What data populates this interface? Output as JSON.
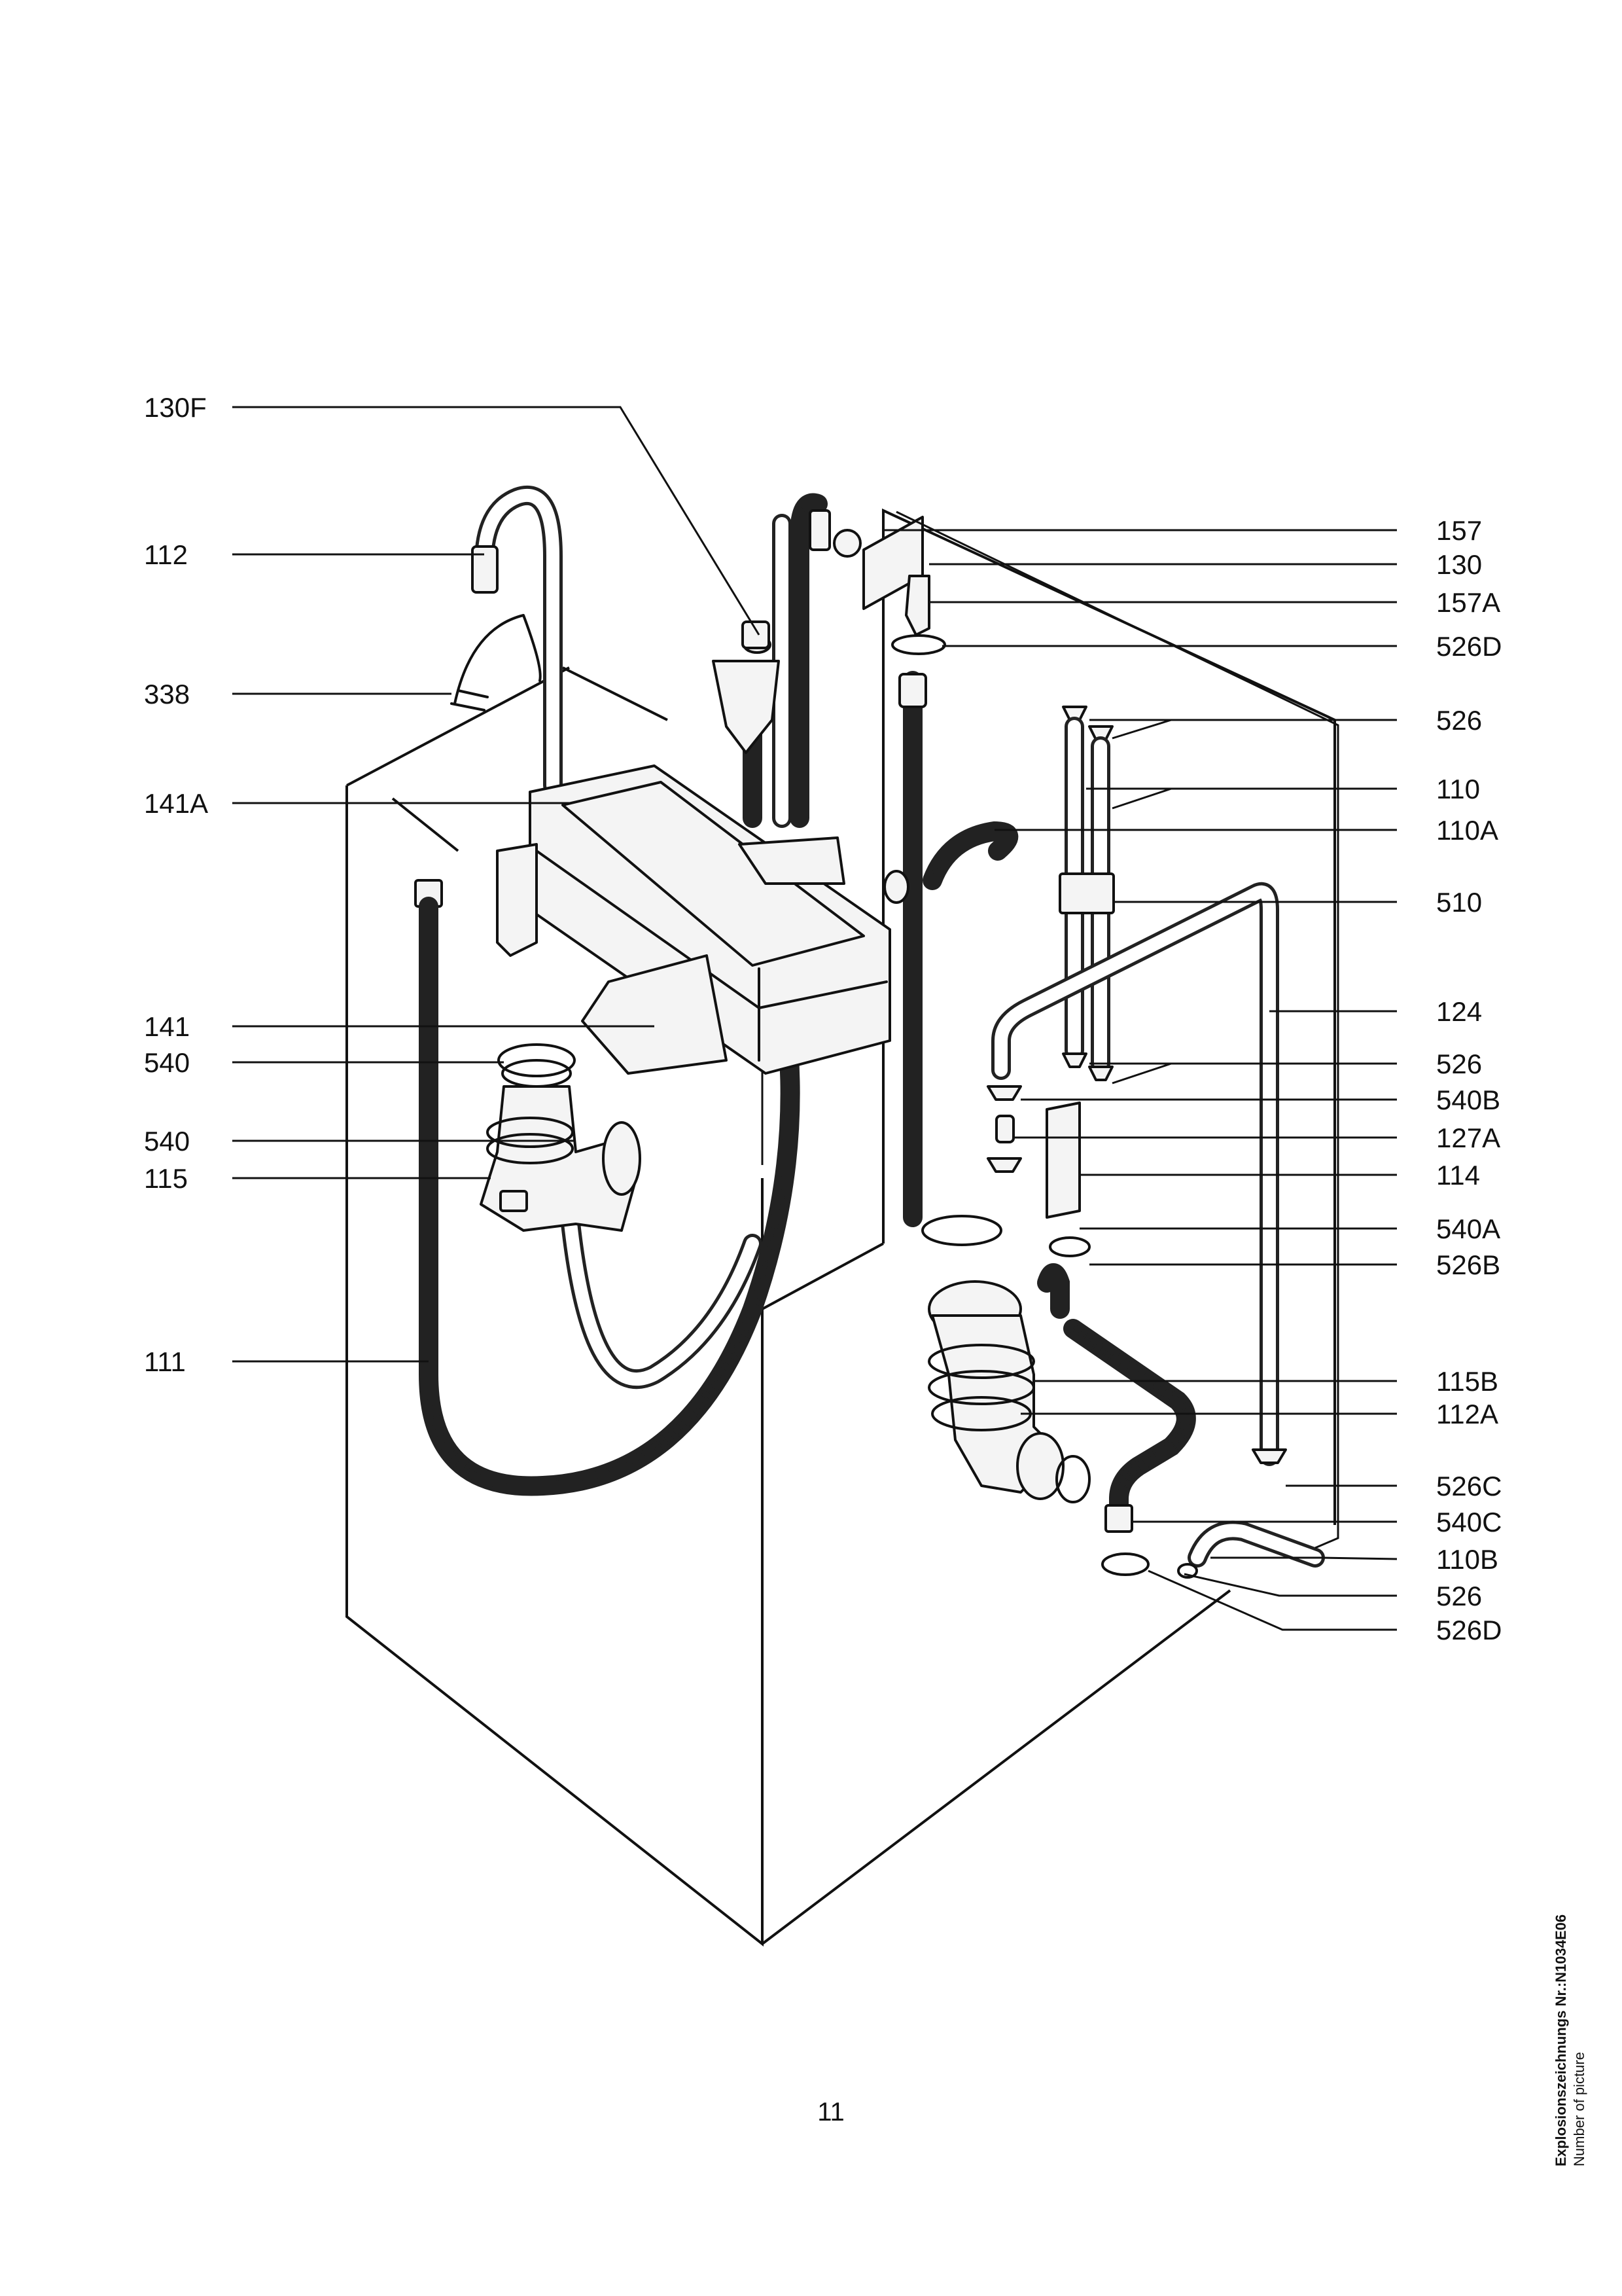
{
  "page_number": "11",
  "caption": {
    "line1": "Explosionszeichnungs Nr.:N1034E06",
    "line2": "Number of picture"
  },
  "labels_left": [
    "130F",
    "112",
    "338",
    "141A",
    "141",
    "540",
    "540",
    "115",
    "111"
  ],
  "labels_right": [
    "157",
    "130",
    "157A",
    "526D",
    "526",
    "110",
    "110A",
    "510",
    "124",
    "526",
    "540B",
    "127A",
    "114",
    "540A",
    "526B",
    "115B",
    "112A",
    "526C",
    "540C",
    "110B",
    "526",
    "526D"
  ]
}
